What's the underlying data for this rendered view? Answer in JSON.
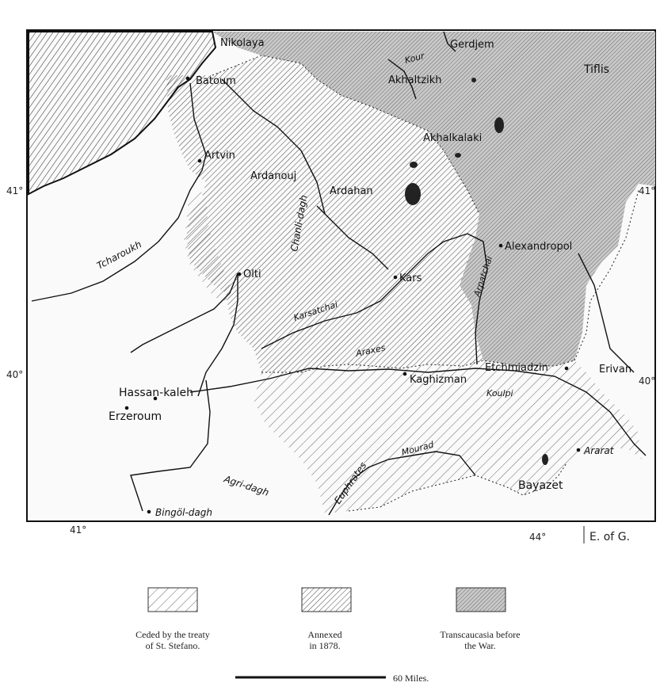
{
  "places": {
    "nikolaya": "Nikolaya",
    "batoum": "Batoum",
    "gerdjem": "Gerdjem",
    "akhaltzikh": "Akhaltzikh",
    "tiflis": "Tiflis",
    "akhalkalaki": "Akhalkalaki",
    "artvin": "Artvin",
    "ardanouj": "Ardanouj",
    "ardahan": "Ardahan",
    "alexandropol": "Alexandropol",
    "olti": "Olti",
    "kars": "Kars",
    "etchmiadzin": "Etchmiadzin",
    "erivan": "Erivan",
    "kaghizman": "Kaghizman",
    "koulpi": "Koulpi",
    "hassan_kaleh": "Hassan-kaleh",
    "erzeroum": "Erzeroum",
    "bayazet": "Bayazet",
    "ararat": "Ararat",
    "bingol_dagh": "Bingöl-dagh"
  },
  "rivers": {
    "tcharoukh": "Tcharoukh",
    "kour": "Kour",
    "karsatchai": "Karsatchai",
    "araxes": "Araxes",
    "arpatchai": "Arpatchai",
    "mourad": "Mourad",
    "euphrates": "Euphrates"
  },
  "mountains": {
    "chanli_dagh": "Chanli-dagh",
    "agri_dagh": "Agri-dagh"
  },
  "coordinates": {
    "lat_41_left": "41°",
    "lat_41_right": "41°",
    "lat_40_left": "40°",
    "lat_40_right": "40°",
    "lon_41": "41°",
    "lon_44": "44°",
    "east_of_greenwich": "E. of G."
  },
  "legend": {
    "items": [
      {
        "line1": "Ceded by the treaty",
        "line2": "of St. Stefano."
      },
      {
        "line1": "Annexed",
        "line2": "in 1878."
      },
      {
        "line1": "Transcaucasia before",
        "line2": "the War."
      }
    ]
  },
  "scale": {
    "label": "60 Miles."
  }
}
